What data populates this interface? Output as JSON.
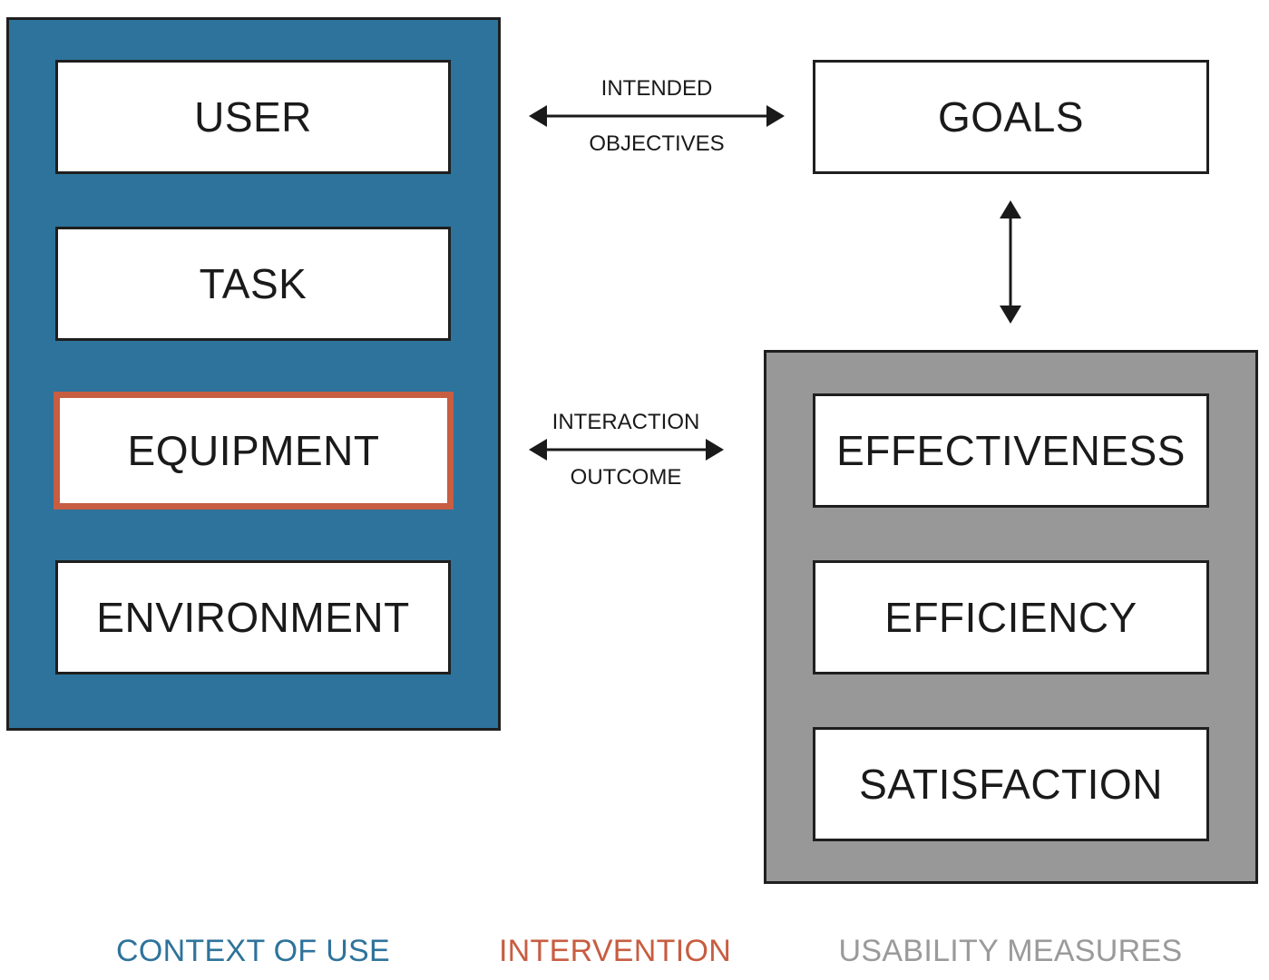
{
  "context_of_use": {
    "items": [
      "USER",
      "TASK",
      "EQUIPMENT",
      "ENVIRONMENT"
    ],
    "intervention_item": "EQUIPMENT"
  },
  "goals": {
    "label": "GOALS"
  },
  "usability_measures": {
    "items": [
      "EFFECTIVENESS",
      "EFFICIENCY",
      "SATISFACTION"
    ]
  },
  "connectors": {
    "intended_objectives": {
      "top": "INTENDED",
      "bottom": "OBJECTIVES"
    },
    "interaction_outcome": {
      "top": "INTERACTION",
      "bottom": "OUTCOME"
    }
  },
  "legend": {
    "context": {
      "label": "CONTEXT OF USE",
      "color": "#2e739b"
    },
    "intervention": {
      "label": "INTERVENTION",
      "color": "#c75d41"
    },
    "measures": {
      "label": "USABILITY MEASURES",
      "color": "#9a9a9a"
    }
  }
}
